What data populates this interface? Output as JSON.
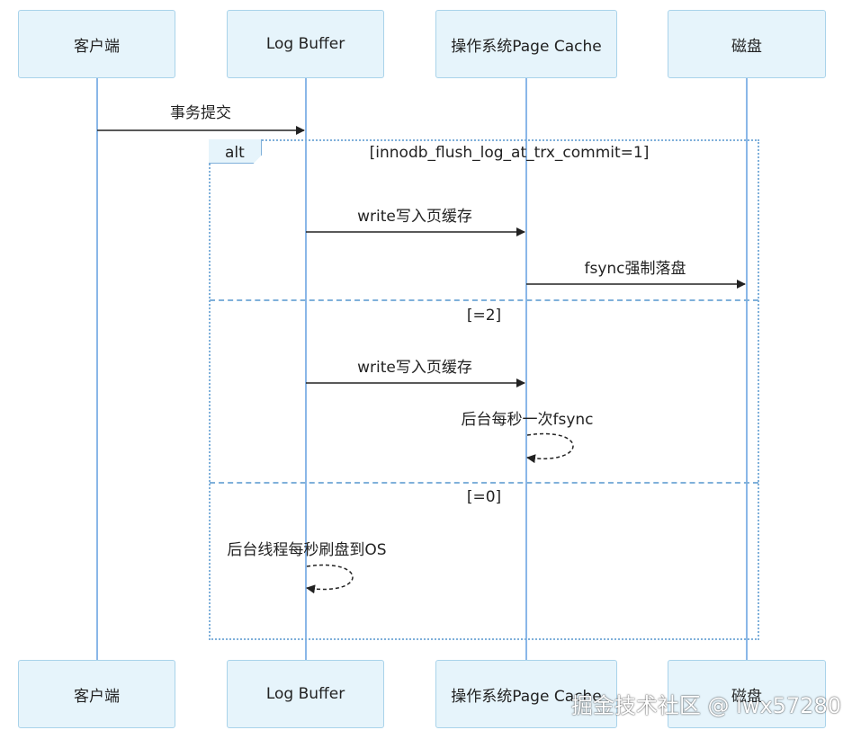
{
  "participants": [
    "客户端",
    "Log Buffer",
    "操作系统Page Cache",
    "磁盘"
  ],
  "messages": {
    "commit": "事务提交",
    "write1": "write写入页缓存",
    "fsync1": "fsync强制落盘",
    "write2": "write写入页缓存",
    "bg_fsync": "后台每秒一次fsync",
    "bg_flush": "后台线程每秒刷盘到OS"
  },
  "alt": {
    "tag": "alt",
    "cond1": "[innodb_flush_log_at_trx_commit=1]",
    "cond2": "[=2]",
    "cond3": "[=0]"
  },
  "watermark": "掘金技术社区 @ lwx57280",
  "colors": {
    "participant_fill": "#e6f4fb",
    "participant_border": "#a9d3ea",
    "lifeline": "#8ab7e8",
    "frame": "#7fb0da",
    "arrow": "#222222"
  }
}
